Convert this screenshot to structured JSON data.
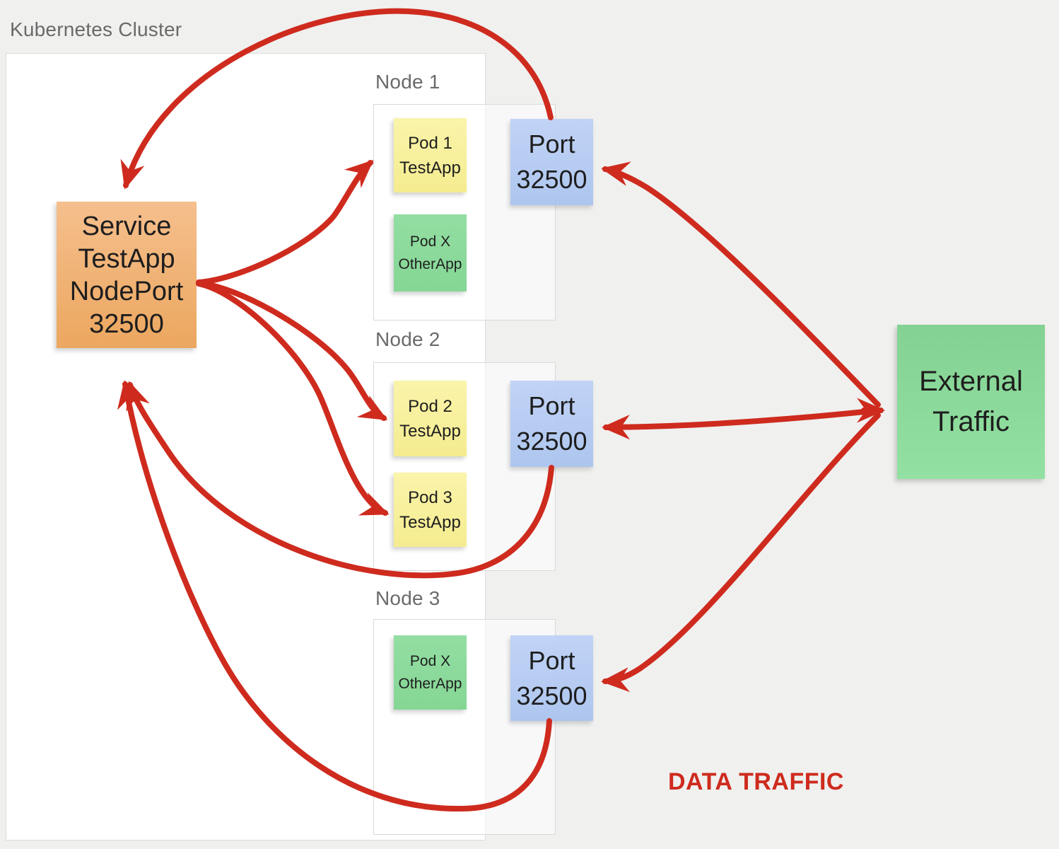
{
  "cluster": {
    "label": "Kubernetes Cluster"
  },
  "service": {
    "lines": [
      "Service",
      "TestApp",
      "NodePort",
      "32500"
    ]
  },
  "nodes": [
    {
      "label": "Node 1",
      "pods": [
        {
          "type": "testapp",
          "lines": [
            "Pod 1",
            "TestApp"
          ]
        },
        {
          "type": "otherapp",
          "lines": [
            "Pod X",
            "OtherApp"
          ]
        }
      ],
      "port": {
        "lines": [
          "Port",
          "32500"
        ]
      }
    },
    {
      "label": "Node 2",
      "pods": [
        {
          "type": "testapp",
          "lines": [
            "Pod 2",
            "TestApp"
          ]
        },
        {
          "type": "testapp",
          "lines": [
            "Pod 3",
            "TestApp"
          ]
        }
      ],
      "port": {
        "lines": [
          "Port",
          "32500"
        ]
      }
    },
    {
      "label": "Node 3",
      "pods": [
        {
          "type": "otherapp",
          "lines": [
            "Pod X",
            "OtherApp"
          ]
        }
      ],
      "port": {
        "lines": [
          "Port",
          "32500"
        ]
      }
    }
  ],
  "external": {
    "lines": [
      "External",
      "Traffic"
    ]
  },
  "legend": {
    "data_traffic_label": "DATA TRAFFIC"
  },
  "colors": {
    "traffic_red": "#CE2B1E",
    "service_orange": "#EFAF6F",
    "pod_yellow": "#F8F09D",
    "pod_green": "#8CDA9B",
    "port_blue": "#B4CBF1",
    "external_green": "#8BD99B",
    "background_gray": "#F0F0EF",
    "box_border_gray": "#D9D9D9",
    "label_gray": "#6A6A6A"
  },
  "edges": [
    {
      "from": "external-traffic",
      "to": "node-1-port",
      "bidirectional": true
    },
    {
      "from": "external-traffic",
      "to": "node-2-port",
      "bidirectional": true
    },
    {
      "from": "external-traffic",
      "to": "node-3-port",
      "bidirectional": true
    },
    {
      "from": "node-1-port",
      "to": "service"
    },
    {
      "from": "node-2-port",
      "to": "service"
    },
    {
      "from": "node-3-port",
      "to": "service"
    },
    {
      "from": "service",
      "to": "pod-1-testapp"
    },
    {
      "from": "service",
      "to": "pod-2-testapp"
    },
    {
      "from": "service",
      "to": "pod-3-testapp"
    }
  ]
}
